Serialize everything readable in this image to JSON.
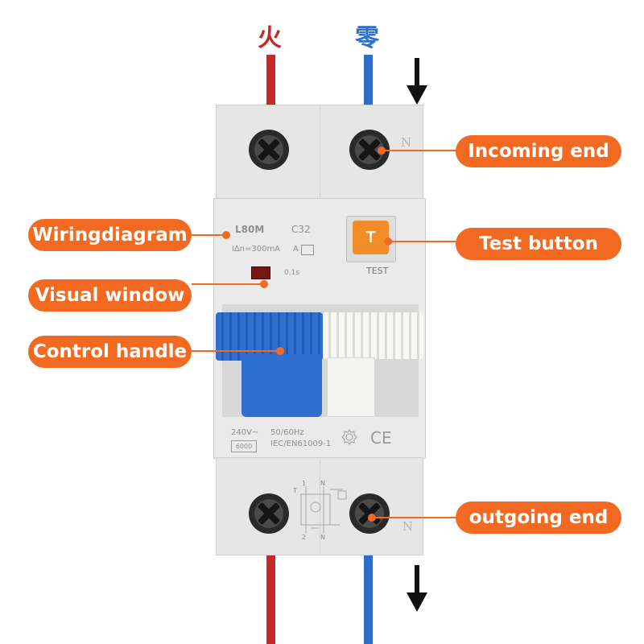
{
  "wires": {
    "live_label": "火",
    "neutral_label": "零",
    "live_color": "#c62828",
    "neutral_color": "#2e6ec8"
  },
  "breaker": {
    "model": "L80M",
    "rating": "C32",
    "residual_current": "I∆n=300mA",
    "type_code": "A",
    "trip_time": "0.1s",
    "test_label": "TEST",
    "test_button_letter": "T",
    "voltage": "240V~",
    "breaking_capacity": "6000",
    "frequency": "50/60Hz",
    "standard": "IEC/EN61009-1",
    "certification_mark": "CE",
    "neutral_mark": "N",
    "diagram_marks": {
      "top_left": "1",
      "top_right": "N",
      "test": "T",
      "bottom_left": "2",
      "bottom_right": "N"
    },
    "body_color": "#e6e6e6",
    "handle_color": "#2f6fcf",
    "test_button_color": "#f28c28"
  },
  "callouts": {
    "incoming": "Incoming end",
    "wiring": "Wiringdiagram",
    "test_button": "Test button",
    "visual_window": "Visual window",
    "control_handle": "Control handle",
    "outgoing": "outgoing end",
    "color": "#f26a21"
  },
  "icons": {
    "flow_arrow": "arrow-down-icon",
    "terminal": "screw-terminal-icon"
  }
}
